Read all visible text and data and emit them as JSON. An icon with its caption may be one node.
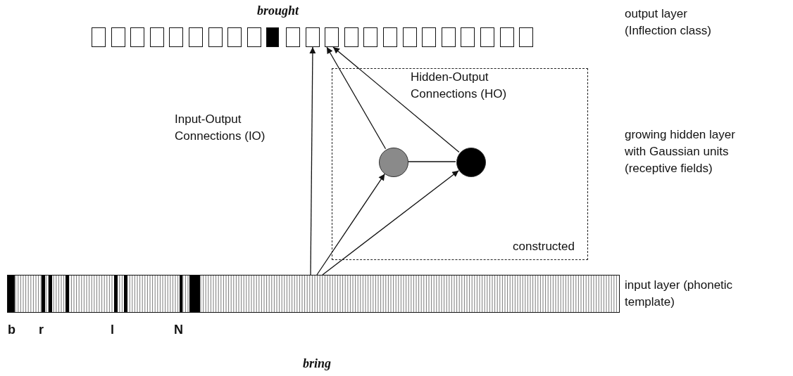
{
  "diagram": {
    "nodes": [
      {
        "text": [],
        "shape": "box"
      },
      {
        "text": [],
        "shape": "box"
      },
      {
        "text": [],
        "shape": "box"
      },
      {
        "text": [],
        "shape": "box"
      },
      {
        "text": [],
        "shape": "box"
      },
      {
        "text": [],
        "shape": "box"
      },
      {
        "text": [],
        "shape": "box"
      },
      {
        "text": [],
        "shape": "box"
      },
      {
        "text": [],
        "shape": "box"
      },
      {
        "text": [],
        "shape": "box"
      },
      {
        "text": [],
        "shape": "box"
      },
      {
        "text": [],
        "shape": "box"
      },
      {
        "text": [],
        "shape": "box"
      },
      {
        "text": [],
        "shape": "box"
      },
      {
        "text": [],
        "shape": "box"
      },
      {
        "text": [],
        "shape": "box"
      },
      {
        "text": [],
        "shape": "box"
      },
      {
        "text": [],
        "shape": "box"
      },
      {
        "text": [],
        "shape": "box"
      },
      {
        "text": [],
        "shape": "box"
      },
      {
        "text": [],
        "shape": "box"
      },
      {
        "text": [],
        "shape": "box"
      },
      {
        "text": [],
        "shape": "box"
      },
      {
        "text": [
          "constructed"
        ]
      },
      {
        "text": [],
        "shape": "circle",
        "in": 23
      },
      {
        "text": [],
        "shape": "circle",
        "in": 23
      },
      {
        "text": [],
        "shape": "bar",
        "beside": [
          "input layer (phonetic template)"
        ]
      }
    ],
    "edges": [
      {
        "from": 26,
        "to": 11,
        "arrow": "to"
      },
      {
        "from": 26,
        "to": 24,
        "arrow": "to"
      },
      {
        "from": 26,
        "to": 25,
        "arrow": "to"
      },
      {
        "from": 24,
        "to": 12,
        "arrow": "to"
      },
      {
        "from": 25,
        "to": 12,
        "arrow": "to"
      },
      {
        "from": 24,
        "to": 25,
        "arrow": "none"
      }
    ],
    "labels": [
      "brought",
      "output layer (Inflection class)",
      "Hidden-Output Connections (HO)",
      "Input-Output Connections (IO)",
      "growing hidden layer with Gaussian units (receptive fields)",
      "b",
      "r",
      "l",
      "N",
      "bring"
    ]
  }
}
